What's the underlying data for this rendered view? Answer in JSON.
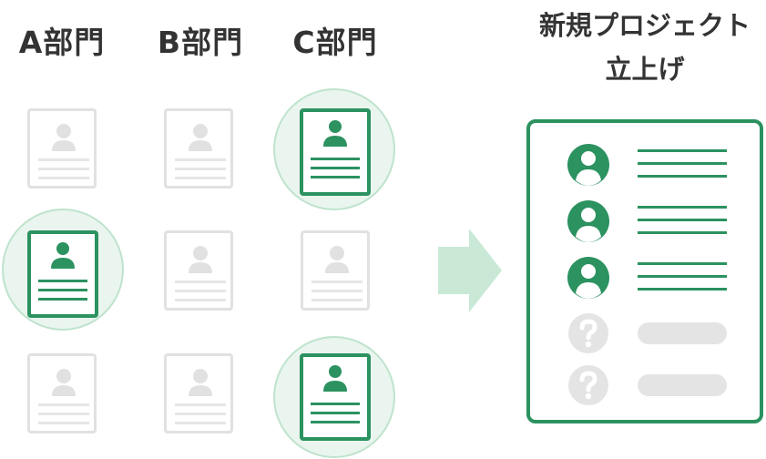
{
  "departments": [
    {
      "label": "A部門"
    },
    {
      "label": "B部門"
    },
    {
      "label": "C部門"
    }
  ],
  "project": {
    "title_line1": "新規プロジェクト",
    "title_line2": "立上げ"
  },
  "colors": {
    "accent": "#2b9260",
    "accent_light": "#e9f5ee",
    "muted": "#e1e1e1",
    "text": "#333333"
  },
  "members": [
    {
      "status": "assigned",
      "icon": "person-icon"
    },
    {
      "status": "assigned",
      "icon": "person-icon"
    },
    {
      "status": "assigned",
      "icon": "person-icon"
    },
    {
      "status": "unknown",
      "icon": "question-icon"
    },
    {
      "status": "unknown",
      "icon": "question-icon"
    }
  ]
}
